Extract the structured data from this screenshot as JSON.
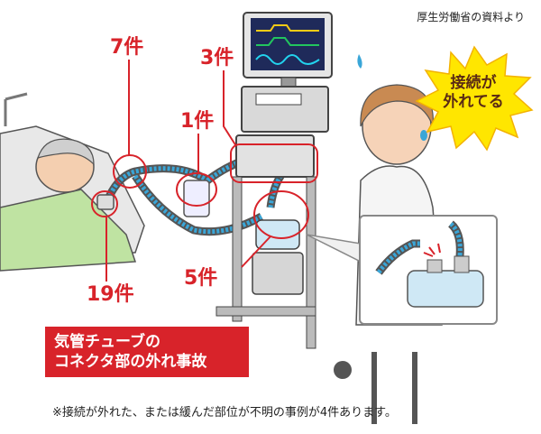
{
  "source_note": "厚生労働省の資料より",
  "burst": {
    "line1": "接続が",
    "line2": "外れてる"
  },
  "labels": {
    "count_7": "7件",
    "count_3": "3件",
    "count_1": "1件",
    "count_5": "5件",
    "count_19": "19件"
  },
  "callout": {
    "line1": "気管チューブの",
    "line2": "コネクタ部の外れ事故"
  },
  "footnote": "※接続が外れた、または緩んだ部位が不明の事例が4件あります。",
  "colors": {
    "accent_red": "#d8232a",
    "burst_yellow": "#ffe600",
    "hose_blue": "#3aa6d8",
    "monitor_green": "#22c55e",
    "monitor_yellow": "#facc15",
    "monitor_cyan": "#22d3ee"
  }
}
